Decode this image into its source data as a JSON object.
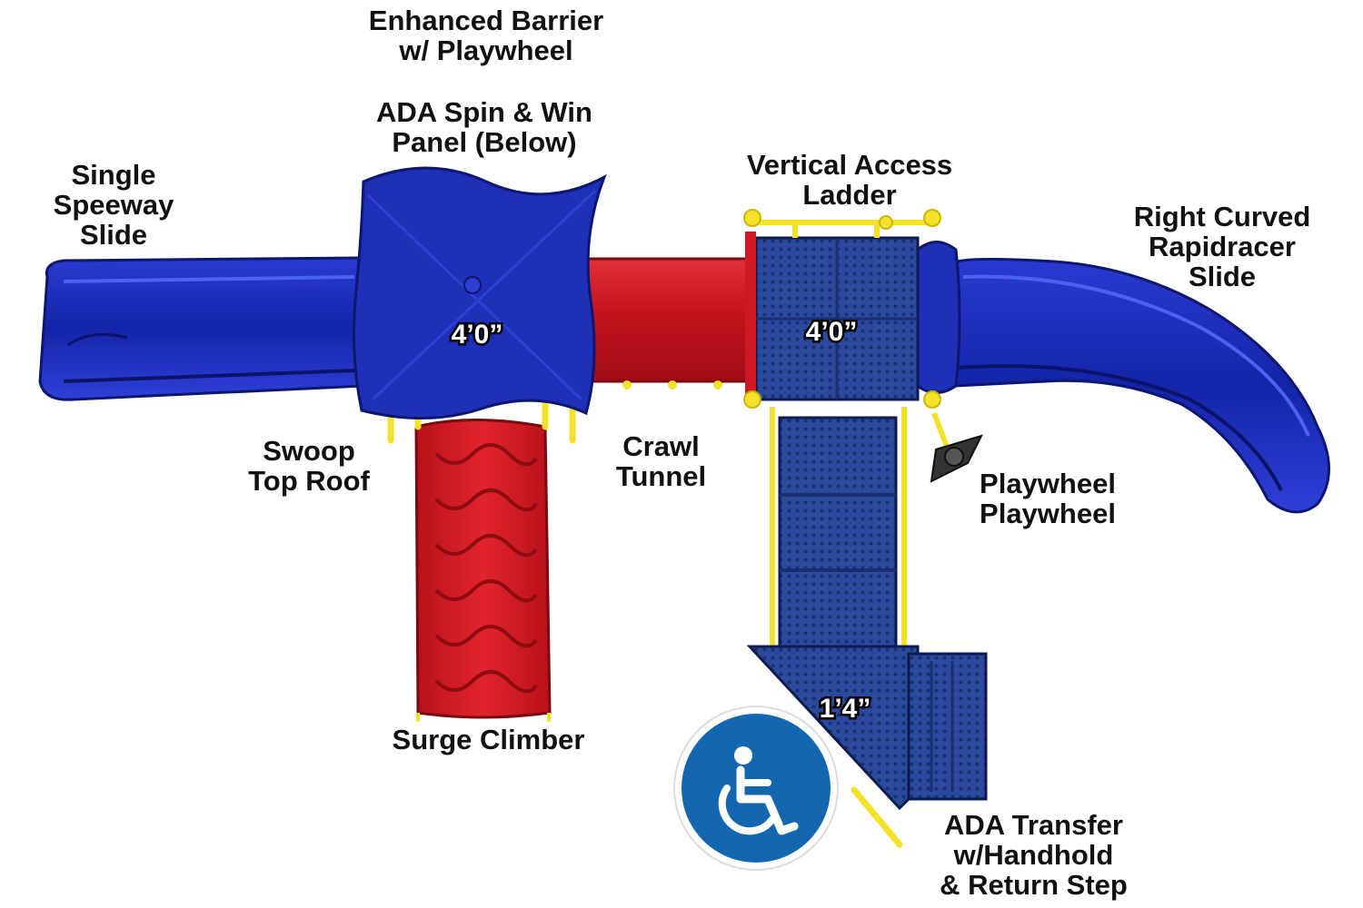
{
  "colors": {
    "blue": "#1e2fb8",
    "blue_dark": "#101a78",
    "blue_light": "#3f55e0",
    "red": "#d01822",
    "red_dark": "#8e0d12",
    "yellow": "#f4e22a",
    "deck_blue": "#2b4a9e",
    "ada_blue": "#1366b0"
  },
  "labels": {
    "enhanced_barrier": [
      "Enhanced Barrier",
      "w/ Playwheel"
    ],
    "ada_spin_win": [
      "ADA Spin & Win",
      "Panel (Below)"
    ],
    "single_speeway": [
      "Single",
      "Speeway",
      "Slide"
    ],
    "vertical_ladder": [
      "Vertical Access",
      "Ladder"
    ],
    "right_curved": [
      "Right Curved",
      "Rapidracer",
      "Slide"
    ],
    "swoop_roof": [
      "Swoop",
      "Top Roof"
    ],
    "crawl_tunnel": [
      "Crawl",
      "Tunnel"
    ],
    "playwheel": [
      "Playwheel",
      "Playwheel"
    ],
    "surge_climber": [
      "Surge Climber"
    ],
    "ada_transfer": [
      "ADA Transfer",
      "w/Handhold",
      "& Return Step"
    ]
  },
  "heights": {
    "roof_deck": "4’0”",
    "right_deck": "4’0”",
    "transfer": "1’4”"
  },
  "icons": {
    "accessibility": "wheelchair-icon"
  }
}
